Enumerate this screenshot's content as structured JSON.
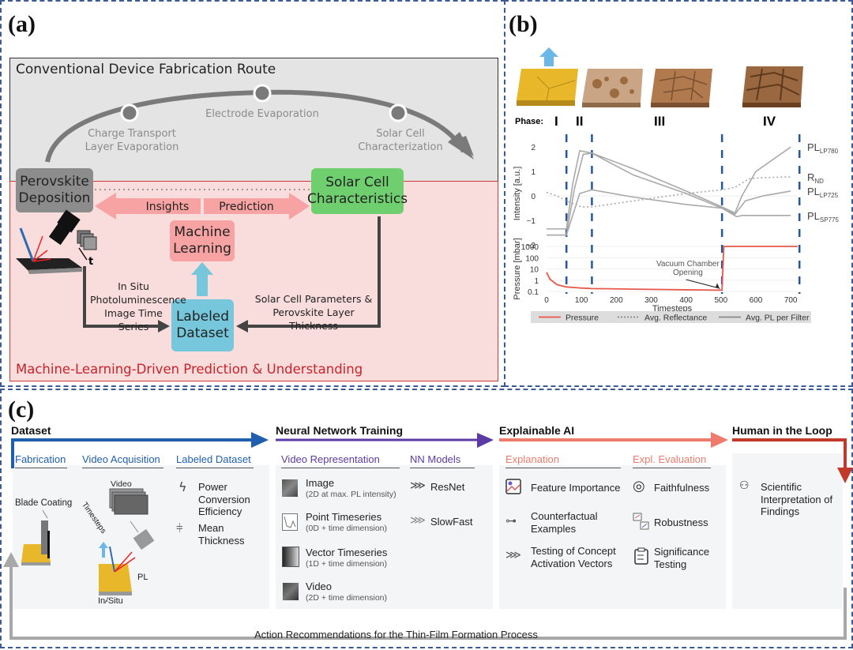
{
  "panels": {
    "a": {
      "label": "(a)",
      "conventional_title": "Conventional Device Fabrication Route",
      "ml_title": "Machine-Learning-Driven Prediction & Understanding",
      "arc_steps": [
        {
          "label": "Charge Transport\nLayer Evaporation"
        },
        {
          "label": "Electrode Evaporation"
        },
        {
          "label": "Solar Cell\nCharacterization"
        }
      ],
      "nodes": {
        "perovskite": "Perovskite\nDeposition",
        "solar_cell": "Solar Cell\nCharacteristics",
        "ml": "Machine\nLearning",
        "dataset": "Labeled\nDataset"
      },
      "arrows": {
        "insights": "Insights",
        "prediction": "Prediction",
        "in_situ": "In Situ\nPhotoluminescence\nImage Time Series",
        "params": "Solar Cell Parameters &\nPerovskite Layer Thickness",
        "time_symbol": "t"
      },
      "colors": {
        "perovskite": "#8c8c8c",
        "solar_cell": "#6fcf6f",
        "ml": "#f7a3a3",
        "dataset": "#76c7dc",
        "insight_arrow": "#f7a3a3",
        "ml_title": "#c8242a"
      }
    },
    "b": {
      "label": "(b)",
      "phase_label": "Phase:",
      "phases": [
        "I",
        "II",
        "III",
        "IV"
      ],
      "annotation": "Vacuum Chamber\nOpening"
    },
    "c": {
      "label": "(c)",
      "sections": [
        {
          "title": "Dataset",
          "color": "#1f5fae"
        },
        {
          "title": "Neural Network Training",
          "color": "#5b3aa3"
        },
        {
          "title": "Explainable AI",
          "color": "#ee7b6b"
        },
        {
          "title": "Human in the Loop",
          "color": "#c0392b"
        }
      ],
      "dataset": {
        "subtitles": [
          "Fabrication",
          "Video Acquisition",
          "Labeled Dataset"
        ],
        "blade_coating": "Blade Coating",
        "video": "Video",
        "timesteps": "Timesteps",
        "pl": "PL",
        "in_situ": "In-Situ",
        "labels": [
          {
            "icon": "lightning-icon",
            "text": "Power\nConversion\nEfficiency"
          },
          {
            "icon": "thickness-icon",
            "text": "Mean\nThickness"
          }
        ]
      },
      "nn": {
        "subtitles": [
          "Video Representation",
          "NN Models"
        ],
        "representations": [
          {
            "name": "Image",
            "detail": "(2D at max. PL intensity)"
          },
          {
            "name": "Point Timeseries",
            "detail": "(0D + time dimension)"
          },
          {
            "name": "Vector Timeseries",
            "detail": "(1D + time dimension)"
          },
          {
            "name": "Video",
            "detail": "(2D + time dimension)"
          }
        ],
        "models": [
          "ResNet",
          "SlowFast"
        ]
      },
      "xai": {
        "subtitles": [
          "Explanation",
          "Expl. Evaluation"
        ],
        "explanations": [
          "Feature Importance",
          "Counterfactual\nExamples",
          "Testing of Concept\nActivation Vectors"
        ],
        "evaluations": [
          "Faithfulness",
          "Robustness",
          "Significance\nTesting"
        ]
      },
      "hitl": {
        "items": [
          "Scientific\nInterpretation of\nFindings"
        ]
      },
      "feedback": "Action Recommendations for the Thin-Film Formation Process"
    }
  },
  "chart_data": {
    "type": "line",
    "title": "",
    "xlabel": "Timesteps",
    "x_ticks": [
      0,
      100,
      200,
      300,
      400,
      500,
      600,
      700
    ],
    "xlim": [
      0,
      720
    ],
    "phase_boundaries": [
      57,
      130,
      503,
      725
    ],
    "intensity": {
      "ylabel": "Intensity [a.u.]",
      "ylim": [
        -2,
        2.2
      ],
      "y_ticks": [
        -2,
        -1,
        0,
        1,
        2
      ],
      "series": [
        {
          "name": "PL_LP780",
          "style": "solid",
          "x": [
            0,
            57,
            75,
            95,
            130,
            250,
            400,
            503,
            540,
            560,
            600,
            700
          ],
          "y": [
            -1.35,
            -1.35,
            0.5,
            1.85,
            1.75,
            1.1,
            0.2,
            -0.45,
            -0.7,
            0.0,
            1.0,
            2.0
          ]
        },
        {
          "name": "PL_LP725",
          "style": "solid",
          "x": [
            0,
            57,
            80,
            105,
            130,
            250,
            400,
            503,
            540,
            570,
            620,
            700
          ],
          "y": [
            -1.6,
            -1.6,
            0.3,
            1.7,
            1.75,
            0.85,
            0.1,
            -0.5,
            -0.75,
            -0.2,
            0.0,
            0.2
          ]
        },
        {
          "name": "PL_SP775",
          "style": "solid",
          "x": [
            0,
            57,
            95,
            130,
            250,
            400,
            503,
            545,
            560,
            620,
            700
          ],
          "y": [
            -1.6,
            -1.6,
            0.1,
            0.25,
            -0.05,
            -0.35,
            -0.5,
            -0.85,
            -0.8,
            -0.8,
            -0.8
          ]
        },
        {
          "name": "R_ND",
          "style": "dotted",
          "x": [
            0,
            30,
            57,
            100,
            130,
            250,
            400,
            503,
            540,
            580,
            620,
            700
          ],
          "y": [
            0.15,
            0.0,
            -0.2,
            -0.45,
            -0.45,
            -0.2,
            0.1,
            0.25,
            0.35,
            0.7,
            0.75,
            0.78
          ]
        }
      ],
      "series_labels": [
        {
          "main": "PL",
          "sub": "LP780"
        },
        {
          "main": "R",
          "sub": "ND"
        },
        {
          "main": "PL",
          "sub": "LP725"
        },
        {
          "main": "PL",
          "sub": "SP775"
        }
      ]
    },
    "pressure": {
      "ylabel": "Pressure [mbar]",
      "scale": "log",
      "y_ticks": [
        "0.1",
        "1",
        "10",
        "100",
        "1000"
      ],
      "ylim": [
        0.1,
        1000
      ],
      "series": [
        {
          "name": "Pressure",
          "color": "#e8574a",
          "x": [
            0,
            10,
            30,
            57,
            100,
            130,
            250,
            400,
            500,
            503,
            508,
            720
          ],
          "y": [
            5,
            1.2,
            0.4,
            0.25,
            0.2,
            0.18,
            0.16,
            0.14,
            0.13,
            0.13,
            1000,
            1000
          ]
        }
      ]
    },
    "legend": {
      "placement": "bottom",
      "entries": [
        {
          "label": "Pressure",
          "style": "solid",
          "color": "#e8574a"
        },
        {
          "label": "Avg. Reflectance",
          "style": "dotted",
          "color": "#999999"
        },
        {
          "label": "Avg. PL per Filter",
          "style": "solid",
          "color": "#999999"
        }
      ]
    }
  }
}
